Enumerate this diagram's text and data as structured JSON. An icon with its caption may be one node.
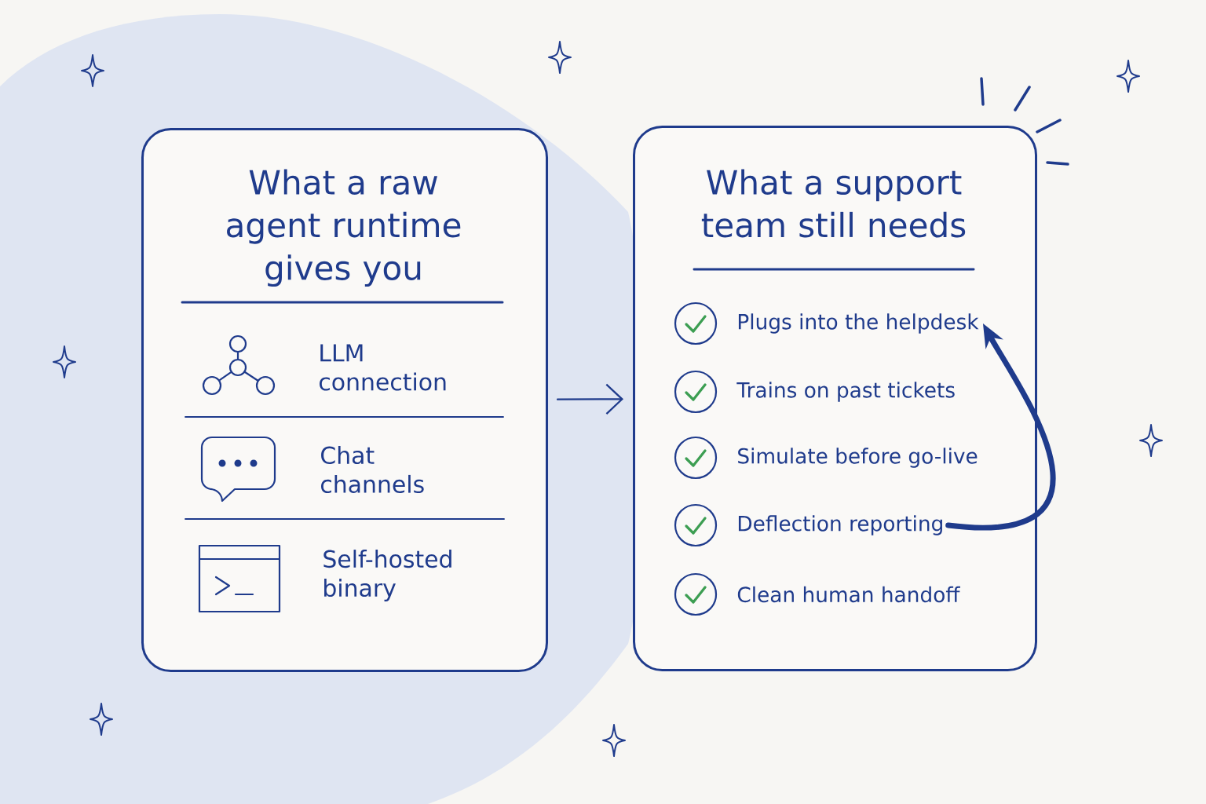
{
  "diagram": {
    "nodes": [
      {
        "text": [
          "What a raw agent runtime gives you"
        ]
      },
      {
        "text": [
          "LLM connection"
        ],
        "in": 0
      },
      {
        "text": [
          "Chat channels"
        ],
        "in": 0
      },
      {
        "text": [
          "Self-hosted binary"
        ],
        "in": 0
      },
      {
        "text": [
          "What a support team still needs"
        ]
      },
      {
        "text": [
          "Plugs into the helpdesk"
        ],
        "in": 4
      },
      {
        "text": [
          "Trains on past tickets"
        ],
        "in": 4
      },
      {
        "text": [
          "Simulate before go-live"
        ],
        "in": 4
      },
      {
        "text": [
          "Deflection reporting"
        ],
        "in": 4
      },
      {
        "text": [
          "Clean human handoff"
        ],
        "in": 4
      }
    ],
    "edges": [
      {
        "from": 0,
        "to": 4,
        "arrow": "to"
      },
      {
        "from": 8,
        "to": 5,
        "arrow": "to",
        "style": "thick"
      }
    ]
  }
}
